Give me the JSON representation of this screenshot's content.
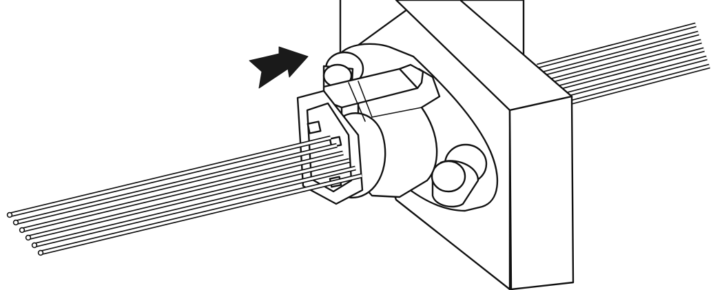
{
  "figure": {
    "background_color": "#ffffff",
    "line_color": "#111111",
    "arrow_color": "#1a1a1a",
    "arrow_icon": "insertion-direction-arrow",
    "left_wire_count": 6,
    "right_wire_count": 6
  }
}
